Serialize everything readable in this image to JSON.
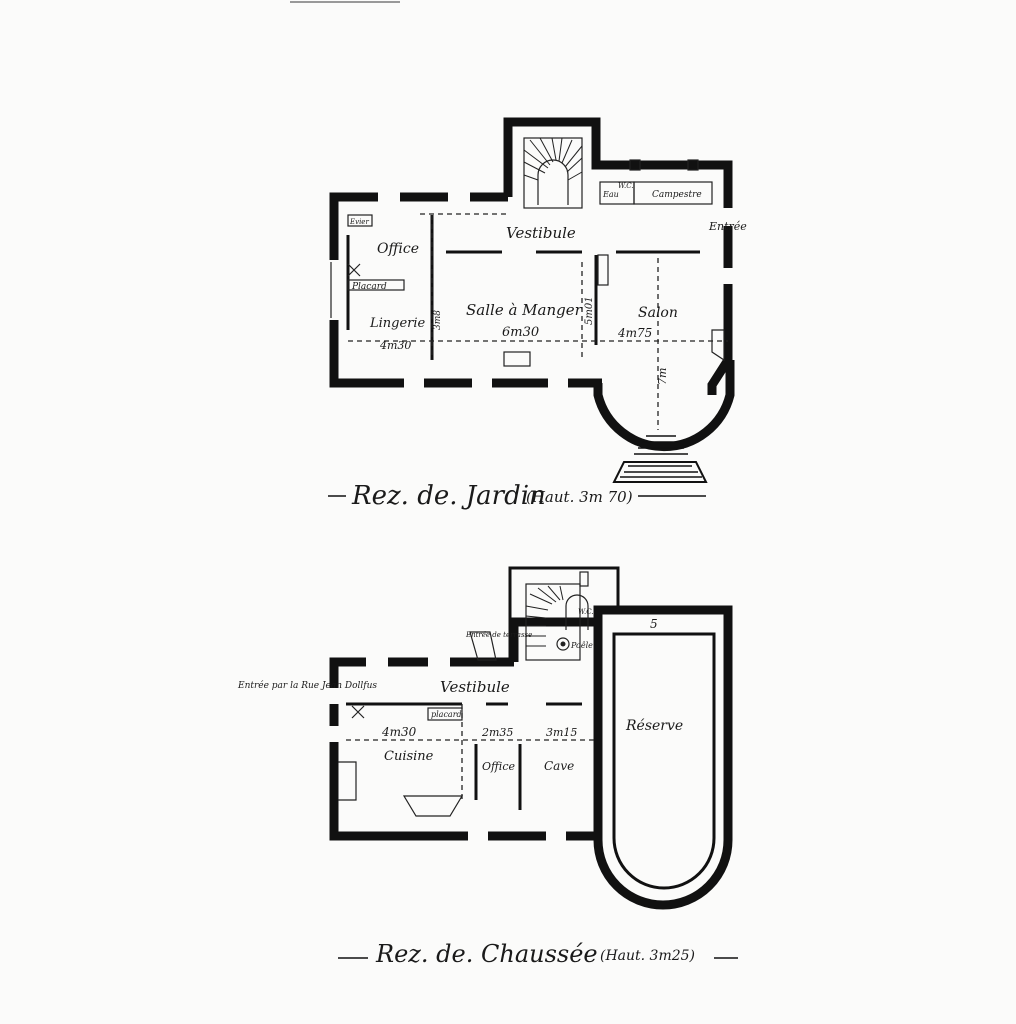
{
  "upper_plan": {
    "title": "Rez. de. Jardin",
    "height_note": "(Haut. 3m 70)",
    "rooms": {
      "vestibule": "Vestibule",
      "office": "Office",
      "lingerie": "Lingerie",
      "placard": "Placard",
      "evier": "Evier",
      "salle_a_manger": "Salle à Manger",
      "salon": "Salon",
      "wc": "W.C.",
      "eau": "Eau",
      "campestre": "Campestre",
      "entree": "Entrée"
    },
    "dimensions": {
      "lingerie_w": "4m30",
      "lingerie_d": "3m8",
      "sam_w": "6m30",
      "sam_d": "5m01",
      "salon_w": "4m75",
      "salon_d": "7m"
    }
  },
  "lower_plan": {
    "title": "Rez. de. Chaussée",
    "height_note": "(Haut. 3m25)",
    "rooms": {
      "vestibule": "Vestibule",
      "cuisine": "Cuisine",
      "placard": "placard",
      "office": "Office",
      "cave": "Cave",
      "reserve": "Réserve",
      "wc": "W.C.",
      "poele": "Poêle",
      "entree_terrasse": "Entrée de terrasse",
      "entree_rue": "Entrée par la Rue Jean Dollfus"
    },
    "dimensions": {
      "cuisine_w": "4m30",
      "office_w": "2m35",
      "cave_w": "3m15",
      "step_mark": "5"
    }
  }
}
